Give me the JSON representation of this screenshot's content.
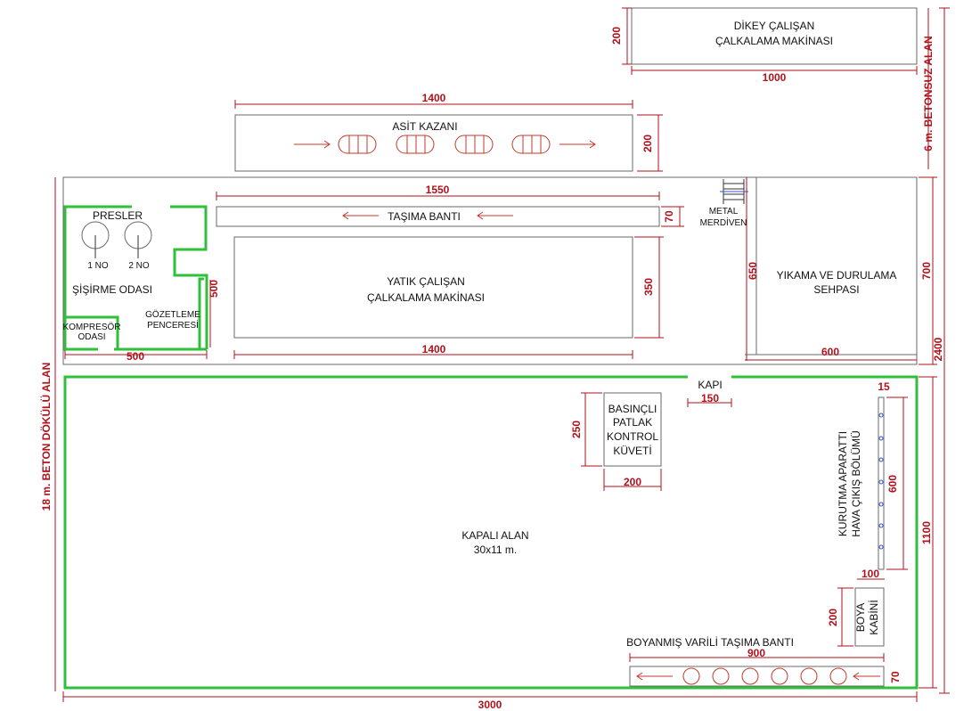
{
  "labels": {
    "dikey_1": "DİKEY ÇALIŞAN",
    "dikey_2": "ÇALKALAMA MAKİNASI",
    "asit": "ASİT KAZANI",
    "tasima": "TAŞIMA BANTI",
    "metal_1": "METAL",
    "metal_2": "MERDİVEN",
    "presler": "PRESLER",
    "no1": "1 NO",
    "no2": "2 NO",
    "sisirme": "ŞİŞİRME ODASI",
    "gozetleme_1": "GÖZETLEME",
    "gozetleme_2": "PENCERESİ",
    "kompresor_1": "KOMPRESÖR",
    "kompresor_2": "ODASI",
    "yatik_1": "YATIK ÇALIŞAN",
    "yatik_2": "ÇALKALAMA MAKİNASI",
    "yikama_1": "YIKAMA VE DURULAMA",
    "yikama_2": "SEHPASI",
    "kapi": "KAPI",
    "basincli_1": "BASINÇLI",
    "basincli_2": "PATLAK",
    "basincli_3": "KONTROL",
    "basincli_4": "KÜVETİ",
    "kurutma_1": "KURUTMA APARATTI",
    "kurutma_2": "HAVA ÇIKIŞ BÖLÜMÜ",
    "kapali_1": "KAPALI ALAN",
    "kapali_2": "30x11 m.",
    "boya_1": "BOYA",
    "boya_2": "KABİNİ",
    "boyanmis": "BOYANMIŞ VARİLİ TAŞIMA BANTI",
    "beton_dokulu": "18 m. BETON DÖKÜLÜ ALAN",
    "betonsuz": "6 m. BETONSUZ ALAN"
  },
  "dimensions": {
    "dikey_h": "200",
    "dikey_w": "1000",
    "asit_w": "1400",
    "asit_h": "200",
    "band_w": "1550",
    "band_h": "70",
    "yatik_h": "350",
    "yatik_w": "1400",
    "sisirme_h": "500",
    "sisirme_w": "500",
    "yikama_h": "650",
    "yikama_w": "600",
    "right_upper": "700",
    "right_total": "2400",
    "right_lower": "1100",
    "kapi_w": "150",
    "kuvet_h": "250",
    "kuvet_w": "200",
    "kurutma_w": "15",
    "kurutma_h": "600",
    "kurutma_b": "100",
    "boya_h": "200",
    "boyanmis_w": "900",
    "boyanmis_h": "70",
    "total_w": "3000"
  },
  "colors": {
    "dimension": "#b0121b",
    "wall_green": "#2fbf3a",
    "outline": "#6a6a6a"
  }
}
